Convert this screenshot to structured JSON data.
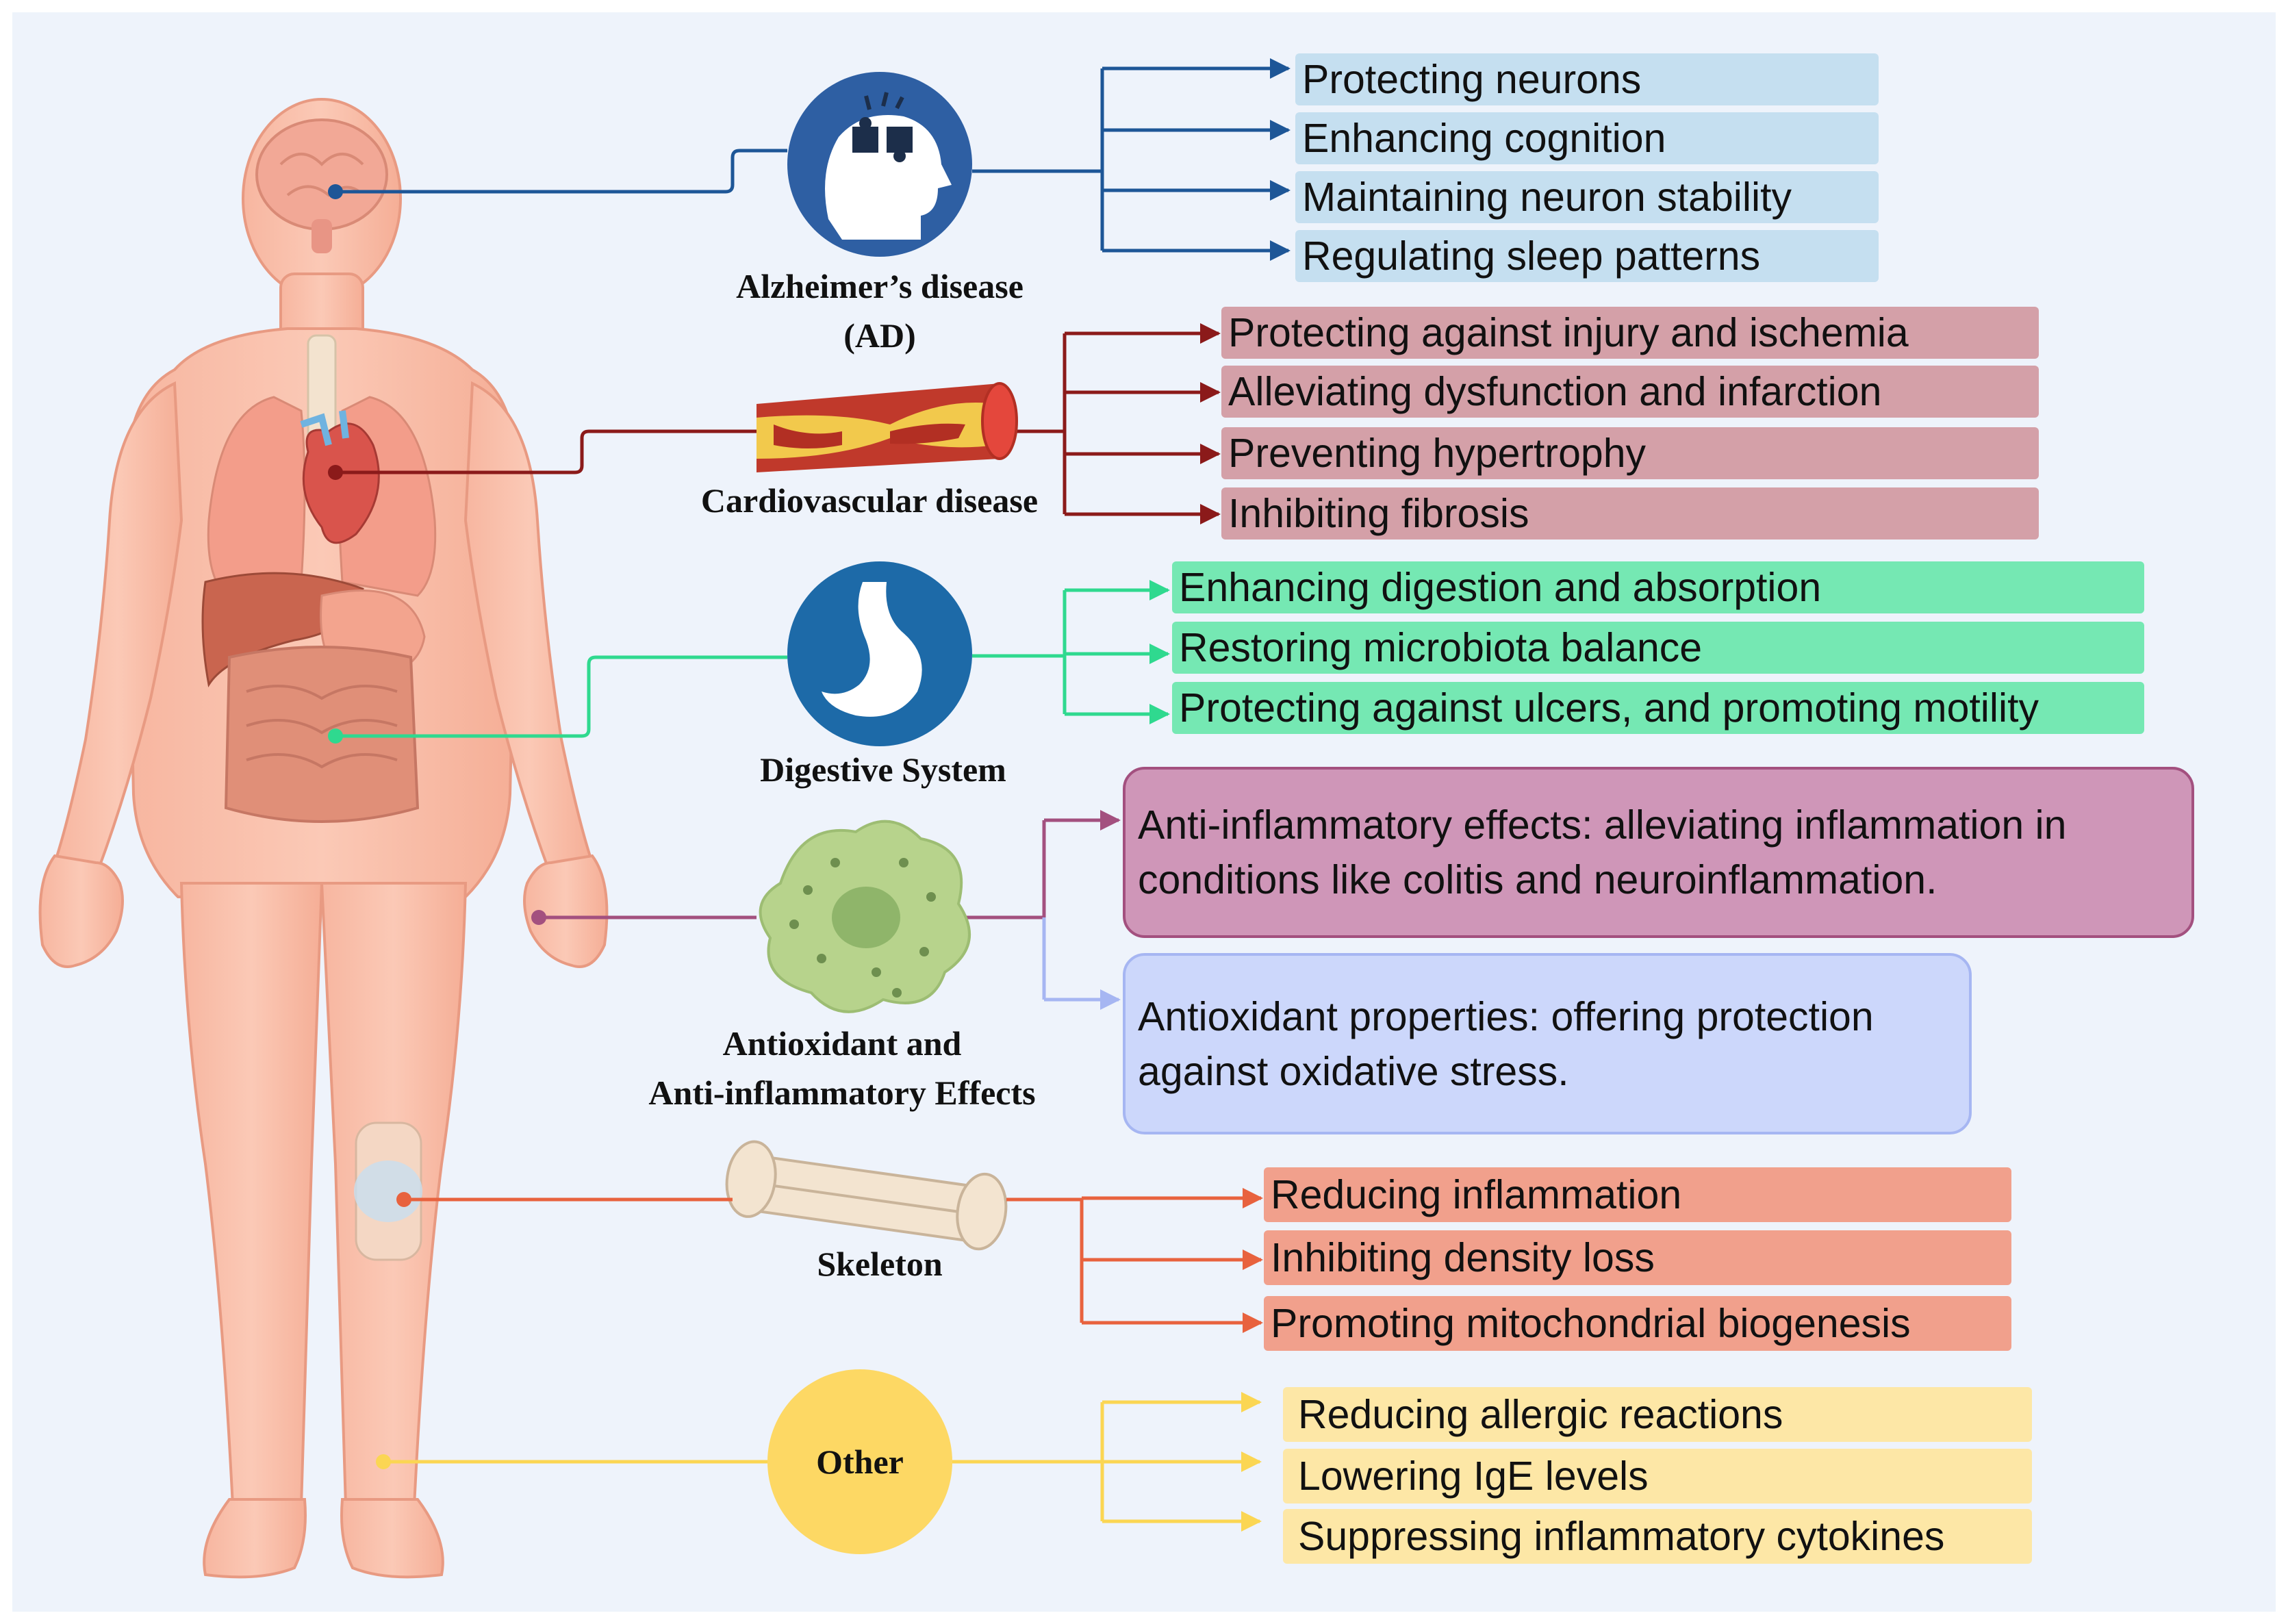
{
  "categories": [
    {
      "id": "ad",
      "title": "Alzheimer’s disease",
      "subtitle": "(AD)",
      "color": "#1d5697",
      "box_color": "#c5dff0",
      "effects": [
        "Protecting neurons",
        "Enhancing cognition",
        "Maintaining neuron stability",
        "Regulating sleep patterns"
      ]
    },
    {
      "id": "cardio",
      "title": "Cardiovascular disease",
      "color": "#8b1a1a",
      "box_color": "#d4a0a8",
      "effects": [
        "Protecting against injury and ischemia",
        "Alleviating dysfunction and infarction",
        "Preventing hypertrophy",
        "Inhibiting fibrosis"
      ]
    },
    {
      "id": "digestive",
      "title": "Digestive System",
      "color": "#2fd98f",
      "box_color": "#75e8b3",
      "effects": [
        "Enhancing digestion and absorption",
        "Restoring microbiota balance",
        "Protecting against ulcers, and promoting motility"
      ]
    },
    {
      "id": "antiox",
      "title": "Antioxidant and",
      "subtitle": "Anti-inflammatory Effects",
      "color": "#a3507f",
      "color2": "#a6b6f2",
      "box_color": "#cf96b8",
      "box_color2": "#ccd7fb",
      "effects": [
        "Anti-inflammatory effects: alleviating inflammation in conditions like colitis and neuroinflammation.",
        "Antioxidant properties: offering protection against oxidative stress."
      ]
    },
    {
      "id": "skeleton",
      "title": "Skeleton",
      "color": "#e8623e",
      "box_color": "#f1a08c",
      "effects": [
        "Reducing inflammation",
        "Inhibiting density loss",
        "Promoting mitochondrial biogenesis"
      ]
    },
    {
      "id": "other",
      "title": "Other",
      "color": "#fbd653",
      "box_color": "#fde7a6",
      "effects": [
        "Reducing allergic reactions",
        "Lowering IgE levels",
        "Suppressing inflammatory cytokines"
      ]
    }
  ],
  "icons": {
    "brain": "brain-icon",
    "head": "head-puzzle-icon",
    "artery": "artery-plaque-icon",
    "stomach": "stomach-icon",
    "cell": "immune-cell-icon",
    "bone": "bone-icon",
    "knee": "knee-joint-icon",
    "body": "human-body-icon"
  }
}
